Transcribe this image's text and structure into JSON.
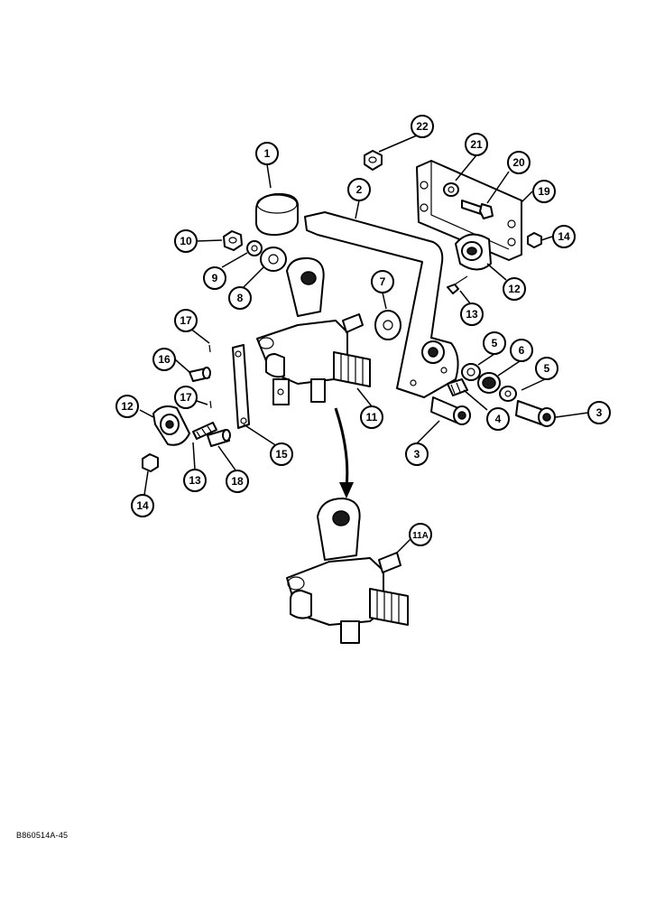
{
  "drawing_code": "B860514A-45",
  "callouts": [
    {
      "id": "c1",
      "label": "1"
    },
    {
      "id": "c2",
      "label": "2"
    },
    {
      "id": "c3a",
      "label": "3"
    },
    {
      "id": "c3b",
      "label": "3"
    },
    {
      "id": "c4",
      "label": "4"
    },
    {
      "id": "c5a",
      "label": "5"
    },
    {
      "id": "c5b",
      "label": "5"
    },
    {
      "id": "c6",
      "label": "6"
    },
    {
      "id": "c7",
      "label": "7"
    },
    {
      "id": "c8",
      "label": "8"
    },
    {
      "id": "c9",
      "label": "9"
    },
    {
      "id": "c10",
      "label": "10"
    },
    {
      "id": "c11",
      "label": "11"
    },
    {
      "id": "c11a",
      "label": "11A"
    },
    {
      "id": "c12a",
      "label": "12"
    },
    {
      "id": "c12b",
      "label": "12"
    },
    {
      "id": "c13a",
      "label": "13"
    },
    {
      "id": "c13b",
      "label": "13"
    },
    {
      "id": "c14a",
      "label": "14"
    },
    {
      "id": "c14b",
      "label": "14"
    },
    {
      "id": "c15",
      "label": "15"
    },
    {
      "id": "c16",
      "label": "16"
    },
    {
      "id": "c17a",
      "label": "17"
    },
    {
      "id": "c17b",
      "label": "17"
    },
    {
      "id": "c18",
      "label": "18"
    },
    {
      "id": "c19",
      "label": "19"
    },
    {
      "id": "c20",
      "label": "20"
    },
    {
      "id": "c21",
      "label": "21"
    },
    {
      "id": "c22",
      "label": "22"
    }
  ]
}
